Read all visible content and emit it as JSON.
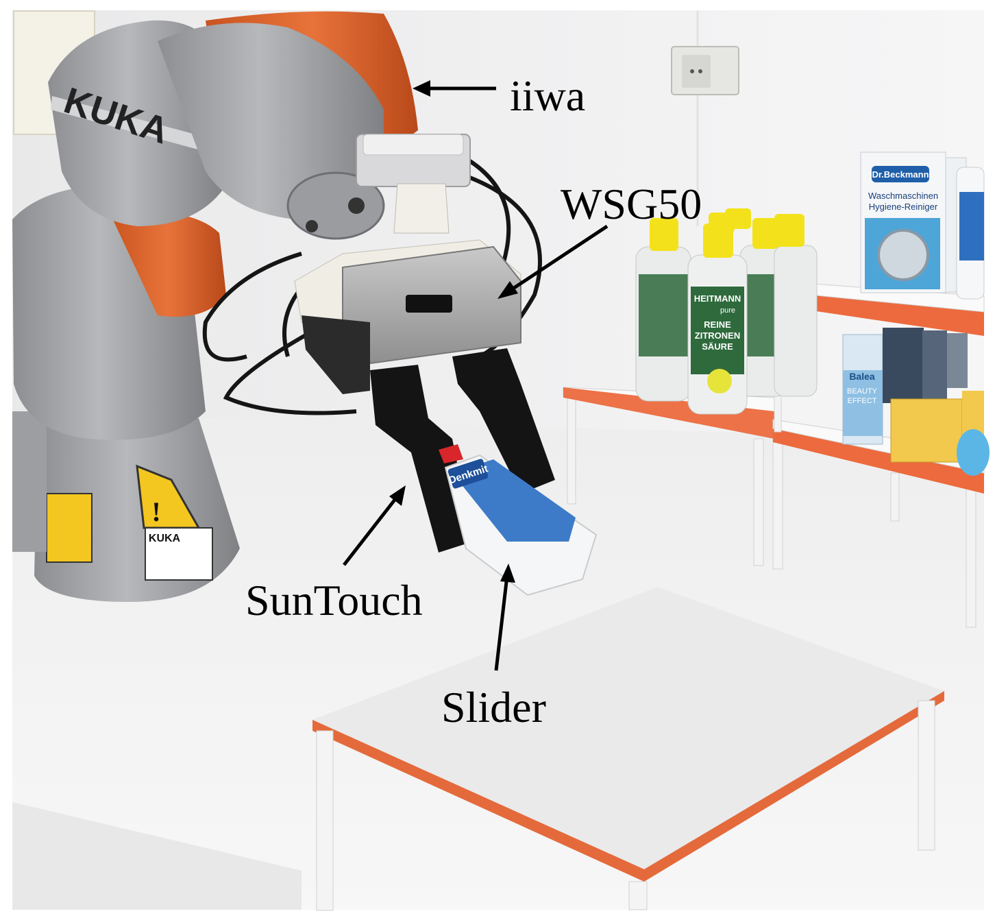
{
  "labels": {
    "iiwa": "iiwa",
    "wsg50": "WSG50",
    "suntouch": "SunTouch",
    "slider": "Slider"
  },
  "scene_text": {
    "robot_brand": "KUKA",
    "base_brand": "KUKA",
    "box_brand": "Dr.Beckmann",
    "box_line1": "Waschmaschinen",
    "box_line2": "Hygiene-Reiniger",
    "bottle_brand": "HEITMANN",
    "bottle_sub": "pure",
    "bottle_line1": "REINE",
    "bottle_line2": "ZITRONEN",
    "bottle_line3": "SÄURE",
    "slider_brand": "Denkmit",
    "balea_brand": "Balea",
    "balea_line1": "BEAUTY",
    "balea_line2": "EFFECT"
  },
  "colors": {
    "kuka_orange": "#e0622a",
    "robot_grey": "#a7a9ac",
    "shelf_orange": "#ec6a3d",
    "bottle_cap": "#f3e21b"
  }
}
